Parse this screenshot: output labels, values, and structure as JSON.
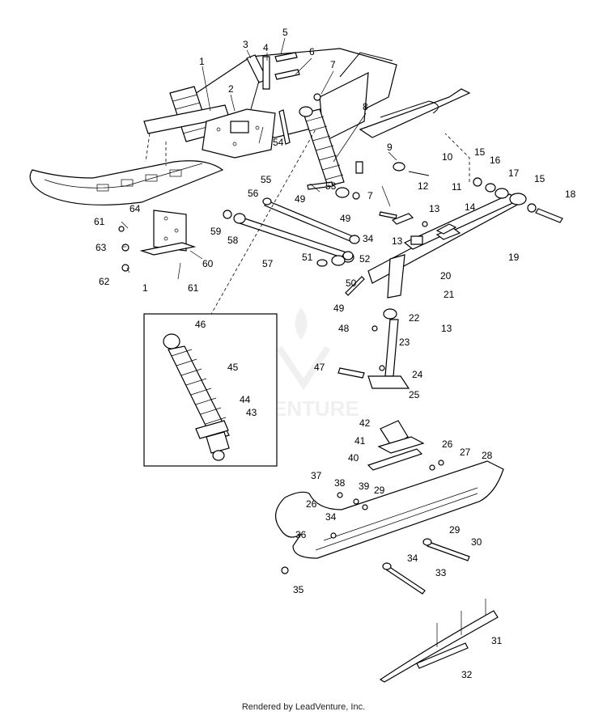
{
  "diagram": {
    "callouts": [
      "1",
      "2",
      "3",
      "4",
      "5",
      "6",
      "7",
      "8",
      "9",
      "10",
      "11",
      "12",
      "13",
      "14",
      "15",
      "16",
      "17",
      "18",
      "19",
      "20",
      "21",
      "22",
      "23",
      "24",
      "25",
      "26",
      "27",
      "28",
      "29",
      "30",
      "31",
      "32",
      "33",
      "34",
      "35",
      "36",
      "37",
      "38",
      "39",
      "40",
      "41",
      "42",
      "43",
      "44",
      "45",
      "46",
      "47",
      "48",
      "49",
      "50",
      "51",
      "52",
      "53",
      "54",
      "55",
      "56",
      "57",
      "58",
      "59",
      "60",
      "61",
      "62",
      "63",
      "64"
    ]
  },
  "watermark": {
    "text": "ADVENTURE"
  },
  "footer": {
    "text": "Rendered by LeadVenture, Inc."
  }
}
